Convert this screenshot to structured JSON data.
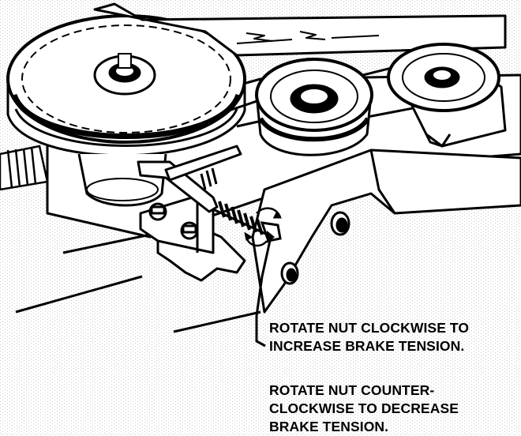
{
  "colors": {
    "ink": "#000000",
    "paper": "#ffffff",
    "stipple": "#c8c8c8"
  },
  "callouts": {
    "clockwise": {
      "line1": "ROTATE NUT CLOCKWISE TO",
      "line2": "INCREASE BRAKE TENSION."
    },
    "counterclockwise": {
      "line1": "ROTATE NUT COUNTER-",
      "line2": "CLOCKWISE TO DECREASE",
      "line3": "BRAKE TENSION."
    }
  }
}
